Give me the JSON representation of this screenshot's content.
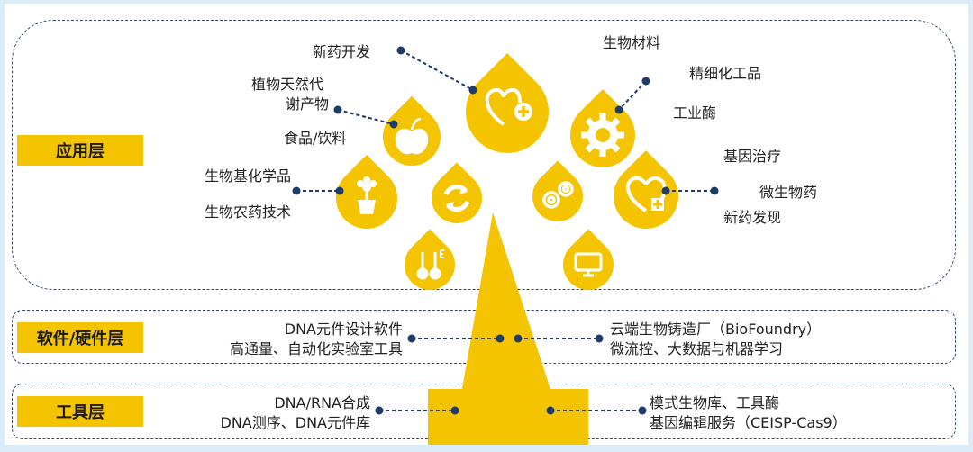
{
  "colors": {
    "accent": "#f5c400",
    "line": "#1f3b68",
    "text": "#222222"
  },
  "layers": {
    "app": {
      "label": "应用层"
    },
    "sw": {
      "label": "软件/硬件层"
    },
    "tool": {
      "label": "工具层"
    }
  },
  "app_items": {
    "drug_dev": "新药开发",
    "biomaterial": "生物材料",
    "fine_chem": "精细化工品",
    "plant_1": "植物天然代",
    "plant_2": "谢产物",
    "industrial_enzyme": "工业酶",
    "food": "食品/饮料",
    "gene_therapy": "基因治疗",
    "biochem": "生物基化学品",
    "microbial_drug": "微生物药",
    "pesticide": "生物农药技术",
    "drug_discovery": "新药发现"
  },
  "sw_items": {
    "left_1": "DNA元件设计软件",
    "left_2": "高通量、自动化实验室工具",
    "right_1": "云端生物铸造厂（BioFoundry）",
    "right_2": "微流控、大数据与机器学习"
  },
  "tool_items": {
    "left_1": "DNA/RNA合成",
    "left_2": "DNA测序、DNA元件库",
    "right_1": "模式生物库、工具酶",
    "right_2": "基因编辑服务（CEISP-Cas9）"
  },
  "icons": [
    "heart-plus-icon",
    "apple-icon",
    "gear-icon",
    "plant-pot-icon",
    "recycle-icon",
    "gears-icon",
    "heart-cross-icon",
    "thermometer-icon",
    "monitor-icon"
  ]
}
